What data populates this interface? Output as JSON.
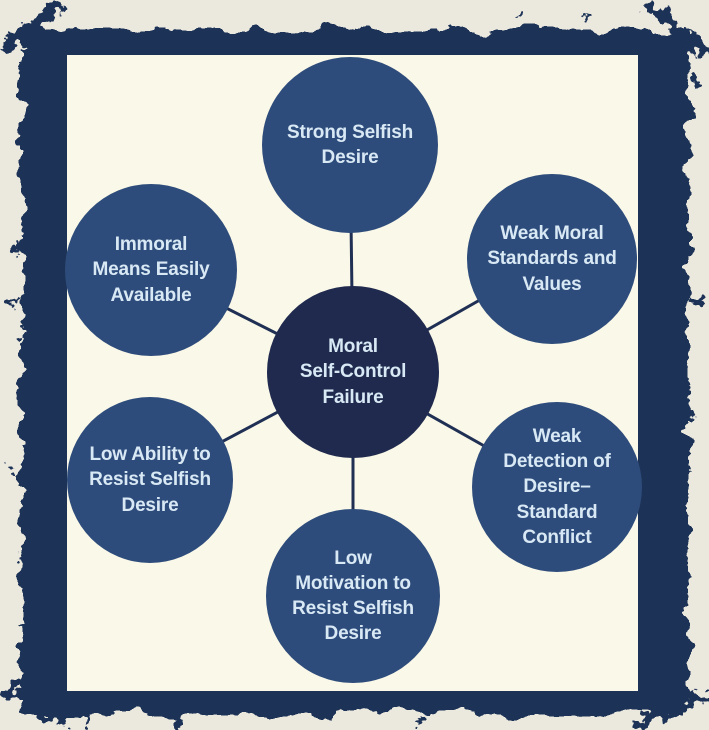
{
  "diagram": {
    "type": "hub-and-spoke",
    "center": {
      "id": "moral-self-control-failure",
      "label": "Moral\nSelf-Control\nFailure"
    },
    "nodes": [
      {
        "id": "strong-selfish-desire",
        "label": "Strong Selfish\nDesire"
      },
      {
        "id": "weak-moral-standards-values",
        "label": "Weak Moral\nStandards and\nValues"
      },
      {
        "id": "weak-detection-conflict",
        "label": "Weak\nDetection of\nDesire–\nStandard\nConflict"
      },
      {
        "id": "low-motivation-resist",
        "label": "Low\nMotivation to\nResist Selfish\nDesire"
      },
      {
        "id": "low-ability-resist",
        "label": "Low Ability to\nResist Selfish\nDesire"
      },
      {
        "id": "immoral-means-available",
        "label": "Immoral\nMeans Easily\nAvailable"
      }
    ],
    "edges": "each outer node connects to center"
  },
  "colors": {
    "page_bg": "#ebe8de",
    "frame": "#1e3357",
    "panel": "#faf8e8",
    "node_fill": "#2e4c7b",
    "center_fill": "#1f2a4e",
    "node_text": "#d8e9f5",
    "line": "#203055"
  }
}
